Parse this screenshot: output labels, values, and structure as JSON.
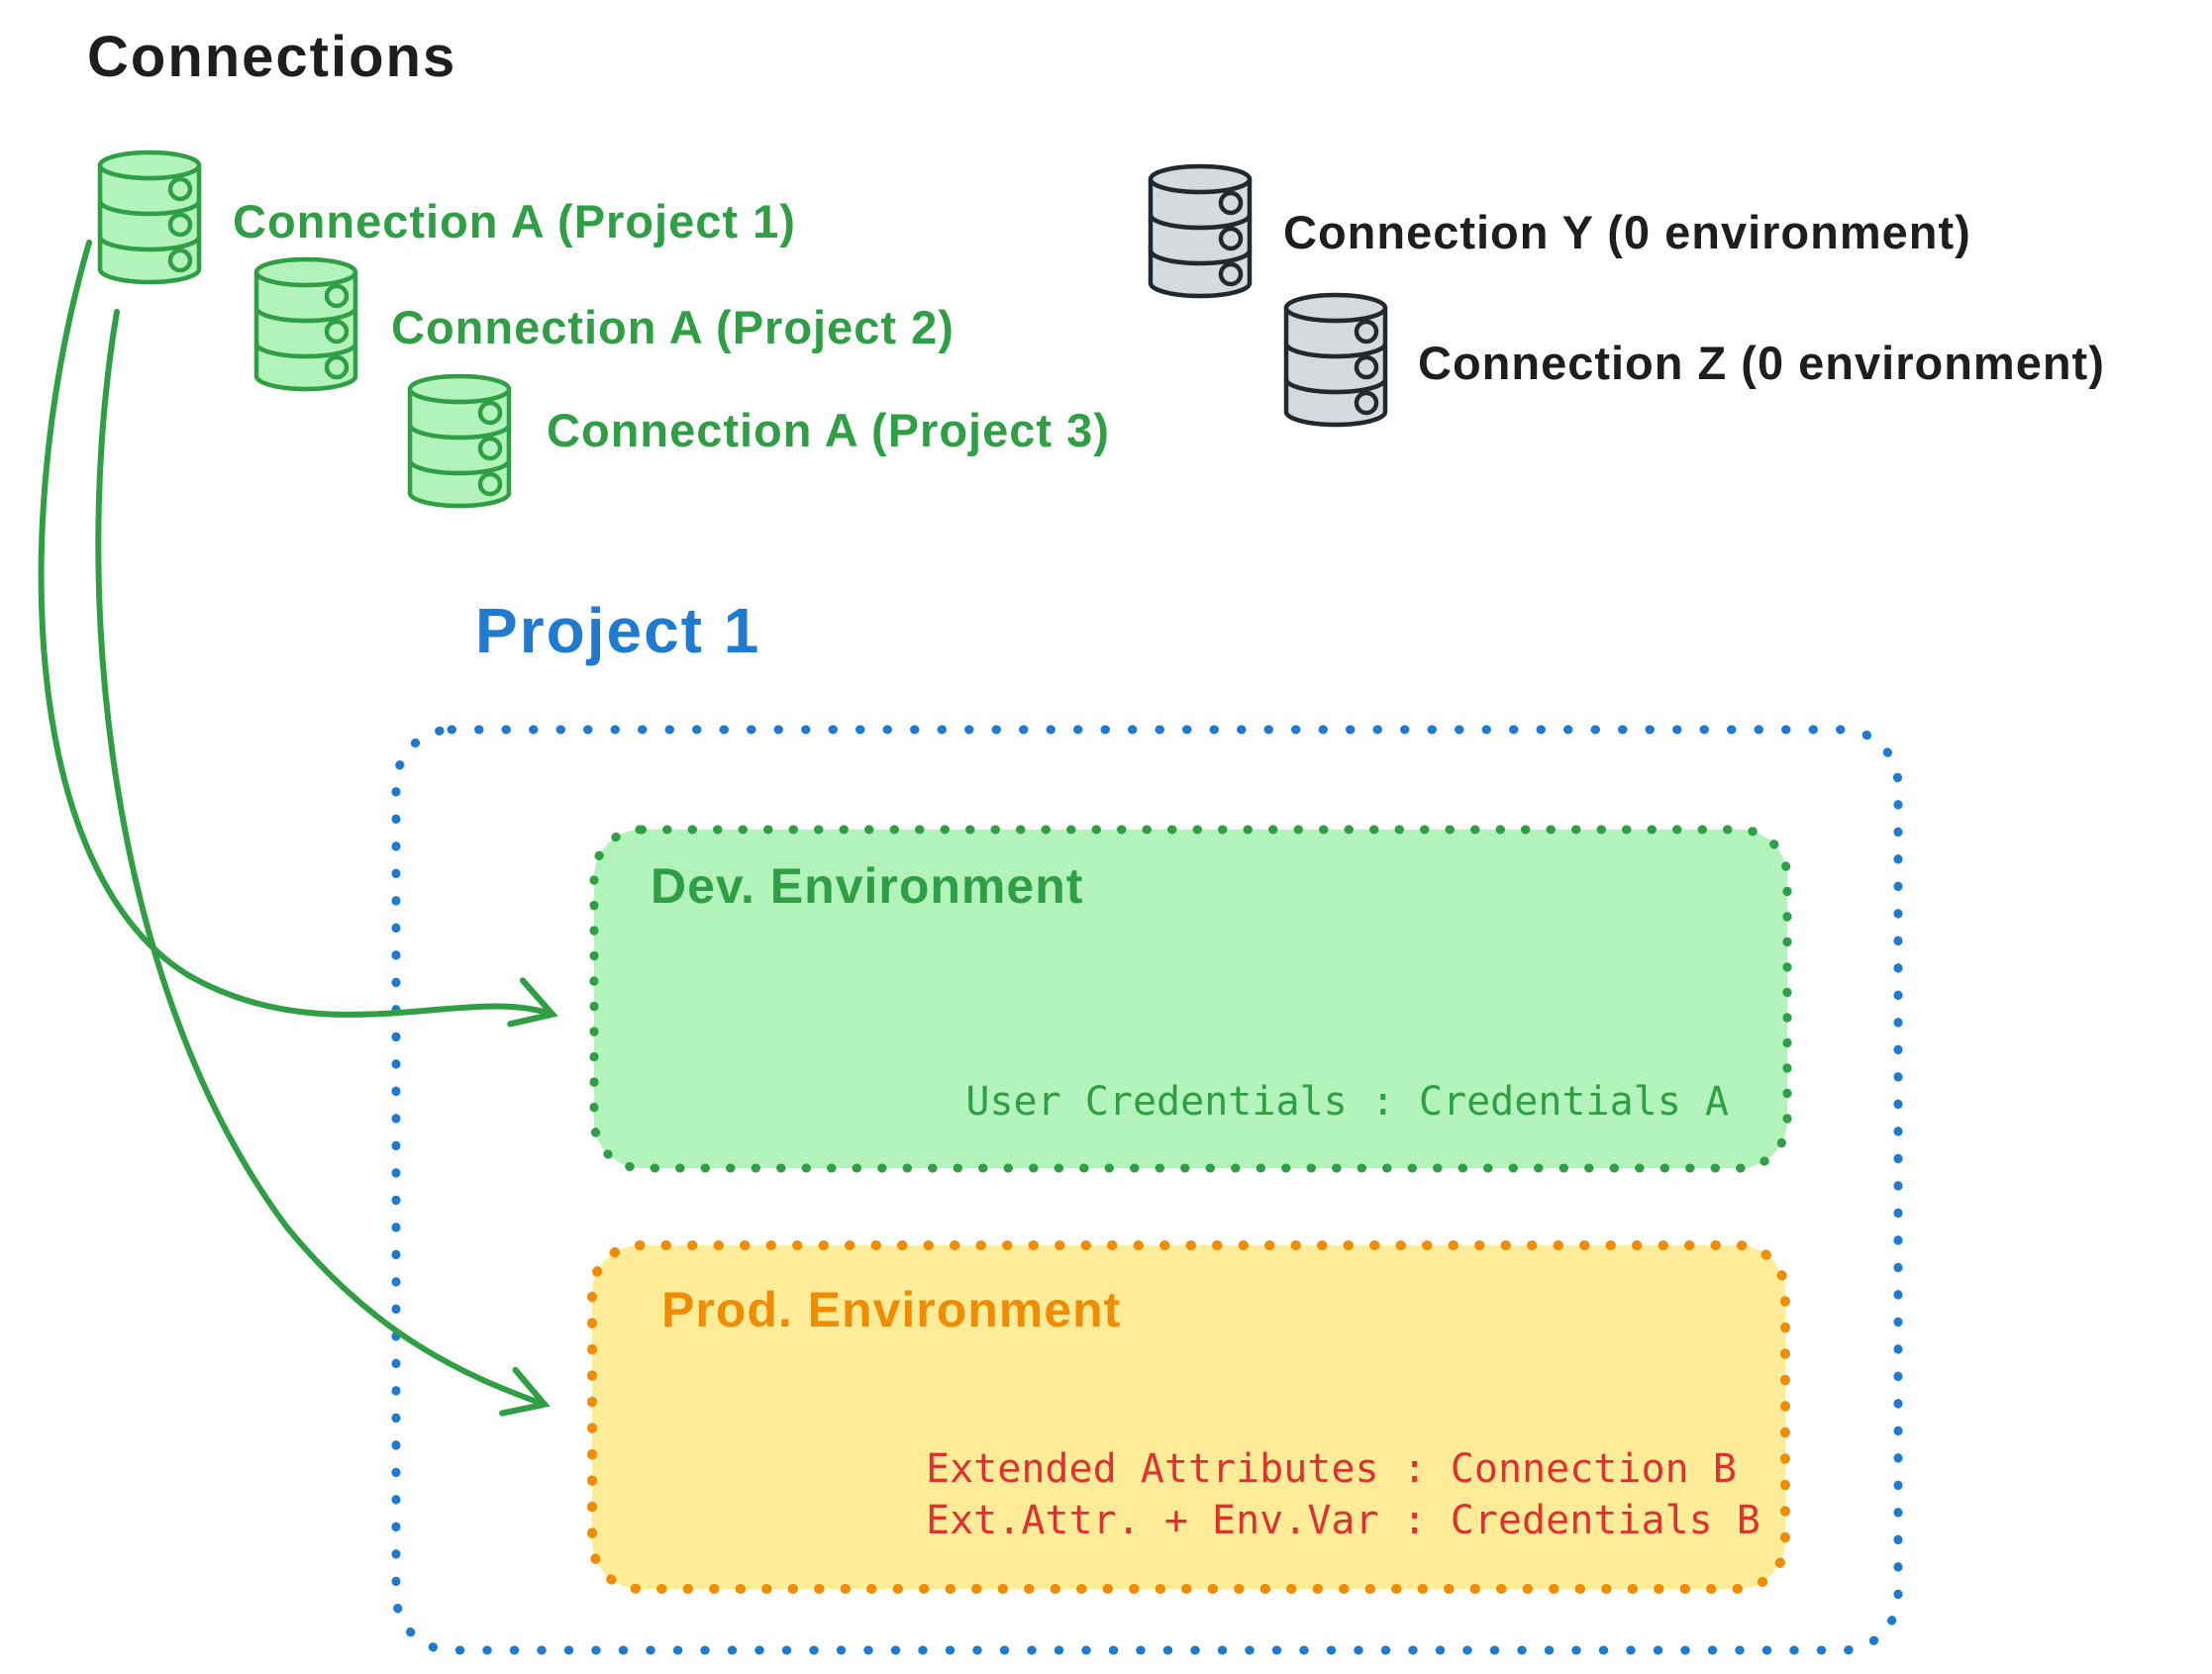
{
  "title": "Connections",
  "colors": {
    "ink": "#1e1e1e",
    "green": "#2f9e44",
    "green_fill": "#b2f2bb",
    "blue": "#1f7ad0",
    "orange": "#f08c00",
    "yellow_fill": "#ffec99",
    "red": "#e03131",
    "gray_stroke": "#23282d",
    "gray_fill": "#d6dadf"
  },
  "connections_a": [
    {
      "label": "Connection A (Project 1)"
    },
    {
      "label": "Connection A (Project 2)"
    },
    {
      "label": "Connection A (Project 3)"
    }
  ],
  "connections_unassigned": [
    {
      "label": "Connection Y (0 environment)"
    },
    {
      "label": "Connection Z (0 environment)"
    }
  ],
  "project": {
    "title": "Project 1",
    "dev_environment": {
      "label": "Dev. Environment",
      "mapping": "User Credentials : Credentials A"
    },
    "prod_environment": {
      "label": "Prod. Environment",
      "mappings": [
        "Extended Attributes : Connection B",
        "Ext.Attr. + Env.Var : Credentials B"
      ]
    }
  }
}
